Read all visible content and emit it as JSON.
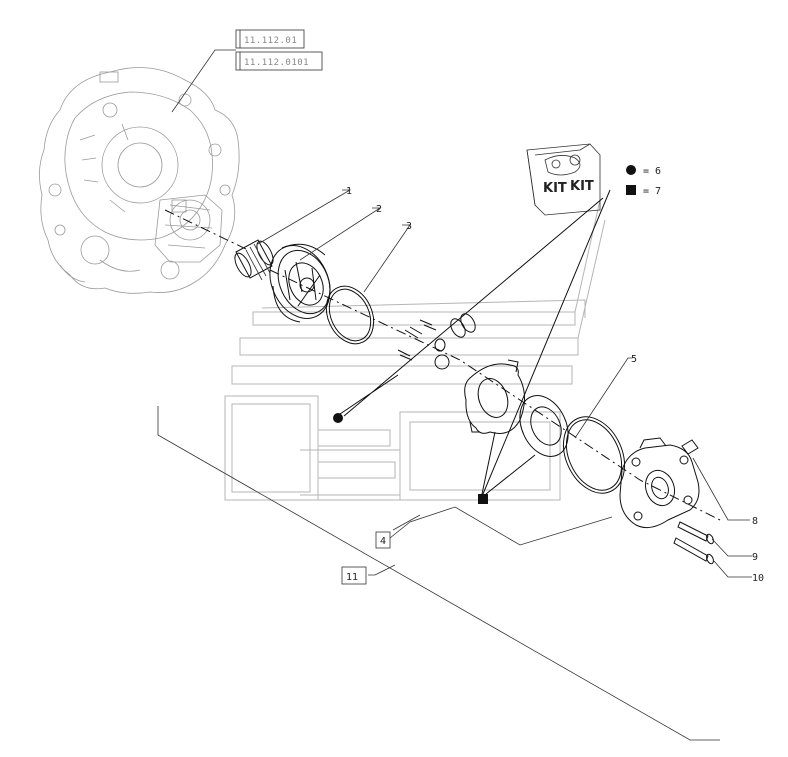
{
  "references": {
    "ref_1": "11.112.01",
    "ref_2": "11.112.0101"
  },
  "kit": {
    "kit_text_left": "KIT",
    "kit_text_right": "KIT",
    "legend_circle": "= 6",
    "legend_square": "= 7"
  },
  "callouts": {
    "c1": "1",
    "c2": "2",
    "c3": "3",
    "c4": "4",
    "c5": "5",
    "c8": "8",
    "c9": "9",
    "c10": "10",
    "c11": "11"
  },
  "icons": {
    "transmission": "transmission-housing-icon",
    "kit_box": "kit-box-icon",
    "brand_logo": "new-holland-logo-watermark"
  }
}
